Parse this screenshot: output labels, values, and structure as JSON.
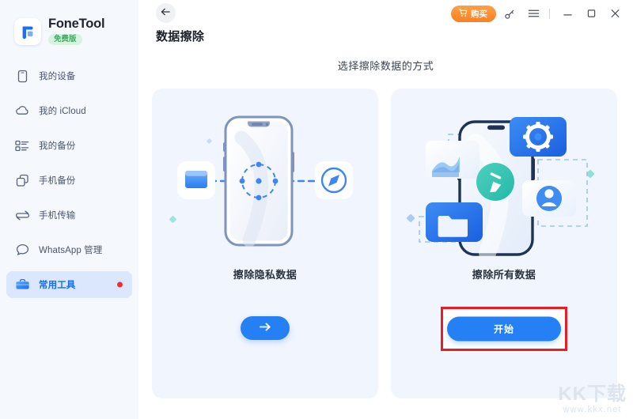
{
  "app": {
    "brand_name": "FoneTool",
    "brand_badge": "免费版",
    "logo_icon": "fonetool-logo-icon",
    "accent_blue": "#2680f5",
    "accent_orange": "#fb8024",
    "highlight_red": "#ec1c24",
    "sidebar_bg": "#f5f8fd",
    "card_bg": "#f1f5fd"
  },
  "sidebar": {
    "items": [
      {
        "label": "我的设备",
        "icon": "phone-icon",
        "active": false,
        "badge": false
      },
      {
        "label": "我的 iCloud",
        "icon": "cloud-icon",
        "active": false,
        "badge": false
      },
      {
        "label": "我的备份",
        "icon": "list-icon",
        "active": false,
        "badge": false
      },
      {
        "label": "手机备份",
        "icon": "copy-stack-icon",
        "active": false,
        "badge": false
      },
      {
        "label": "手机传输",
        "icon": "transfer-arrows-icon",
        "active": false,
        "badge": false
      },
      {
        "label": "WhatsApp 管理",
        "icon": "chat-bubble-icon",
        "active": false,
        "badge": false
      },
      {
        "label": "常用工具",
        "icon": "toolbox-icon",
        "active": true,
        "badge": true
      }
    ]
  },
  "titlebar": {
    "back_icon": "back-arrow-icon",
    "buy_label": "购买",
    "buy_icon": "shopping-cart-icon",
    "key_icon": "key-icon",
    "menu_icon": "hamburger-menu-icon",
    "minimize_icon": "minimize-icon",
    "maximize_icon": "maximize-icon",
    "close_icon": "close-icon"
  },
  "main": {
    "page_title": "数据擦除",
    "section_heading": "选择擦除数据的方式"
  },
  "cards": [
    {
      "title": "擦除隐私数据",
      "illustration": "phone-scan-privacy-illustration",
      "button_label": "",
      "button_icon": "arrow-right-icon",
      "highlighted": false
    },
    {
      "title": "擦除所有数据",
      "illustration": "phone-erase-all-illustration",
      "button_label": "开始",
      "button_icon": "",
      "highlighted": true
    }
  ],
  "watermark": {
    "main": "KK下载",
    "sub": "www.kkx.net"
  }
}
